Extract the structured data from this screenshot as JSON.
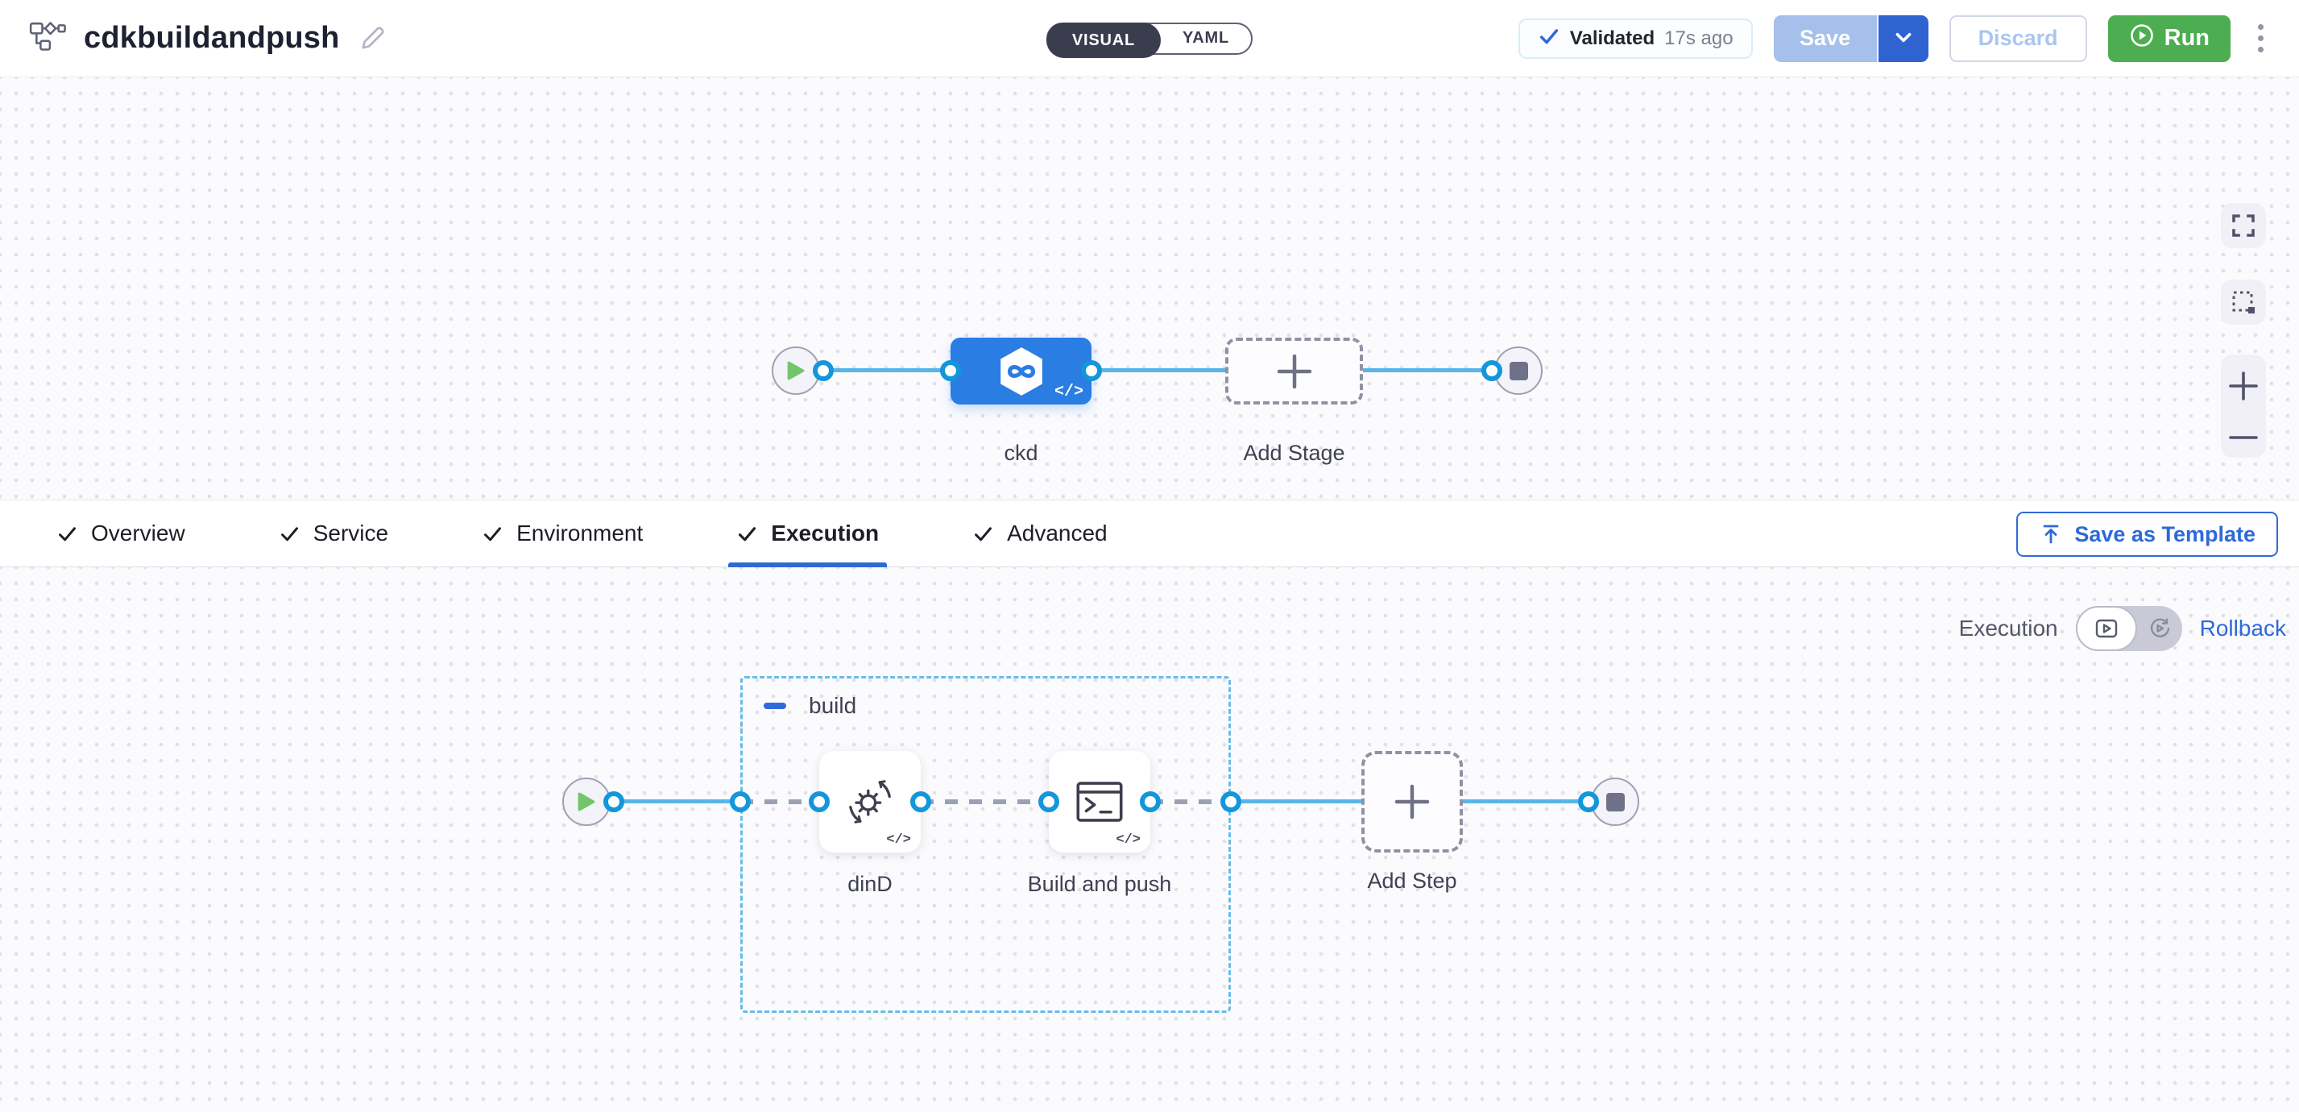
{
  "header": {
    "title": "cdkbuildandpush",
    "mode_toggle": {
      "visual_label": "VISUAL",
      "yaml_label": "YAML",
      "selected": "VISUAL"
    },
    "validation_badge": {
      "label": "Validated",
      "time": "17s ago"
    },
    "buttons": {
      "save": "Save",
      "discard": "Discard",
      "run": "Run"
    }
  },
  "stage_canvas": {
    "stage_label": "ckd",
    "add_stage_label": "Add Stage"
  },
  "tabs": {
    "items": [
      {
        "label": "Overview",
        "checked": true,
        "active": false
      },
      {
        "label": "Service",
        "checked": true,
        "active": false
      },
      {
        "label": "Environment",
        "checked": true,
        "active": false
      },
      {
        "label": "Execution",
        "checked": true,
        "active": true
      },
      {
        "label": "Advanced",
        "checked": true,
        "active": false
      }
    ],
    "save_as_template_label": "Save as Template"
  },
  "execution_canvas": {
    "view_switch": {
      "execution_label": "Execution",
      "rollback_label": "Rollback"
    },
    "step_group": {
      "name": "build",
      "steps": [
        {
          "name": "dinD"
        },
        {
          "name": "Build and push"
        }
      ]
    },
    "add_step_label": "Add Step"
  },
  "glyphs": {
    "code": "</>"
  },
  "colors": {
    "primary_blue": "#2e6ad6",
    "stage_node_blue": "#2a7de2",
    "connector_blue": "#57b6e8",
    "port_ring_blue": "#1496dc",
    "run_green": "#4cae50",
    "group_dash_blue": "#66bde9"
  }
}
